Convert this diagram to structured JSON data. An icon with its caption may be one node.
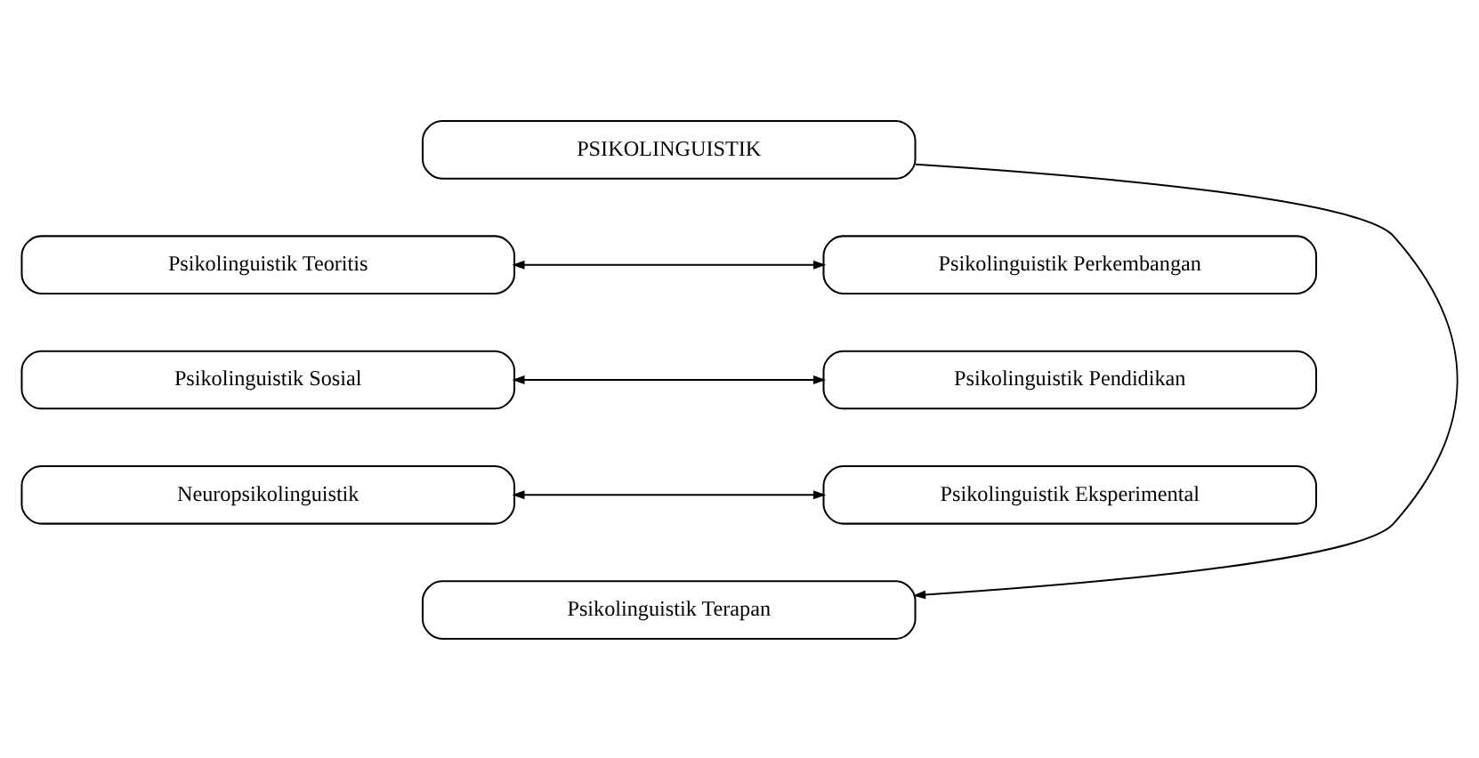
{
  "diagram": {
    "nodes": [
      {
        "text": [
          "PSIKOLINGUISTIK"
        ]
      },
      {
        "text": [
          "Psikolinguistik Teoritis"
        ]
      },
      {
        "text": [
          "Psikolinguistik Perkembangan"
        ]
      },
      {
        "text": [
          "Psikolinguistik Sosial"
        ]
      },
      {
        "text": [
          "Psikolinguistik Pendidikan"
        ]
      },
      {
        "text": [
          "Neuropsikolinguistik"
        ]
      },
      {
        "text": [
          "Psikolinguistik Eksperimental"
        ]
      },
      {
        "text": [
          "Psikolinguistik Terapan"
        ]
      }
    ],
    "edges": [
      {
        "from": 0,
        "to": 7,
        "arrow": "to"
      },
      {
        "from": 1,
        "to": 2,
        "arrow": "both"
      },
      {
        "from": 3,
        "to": 4,
        "arrow": "both"
      },
      {
        "from": 5,
        "to": 6,
        "arrow": "both"
      }
    ]
  }
}
